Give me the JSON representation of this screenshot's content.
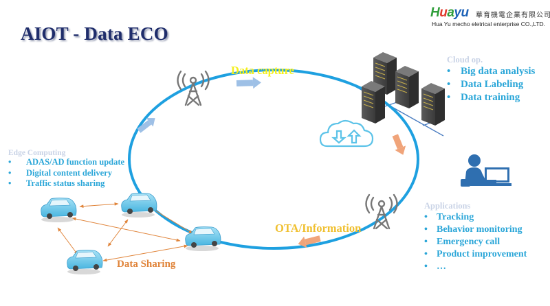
{
  "slide": {
    "title": "AIOT - Data ECO"
  },
  "logo": {
    "brand_letters": [
      {
        "char": "H",
        "color": "#2f9e3a"
      },
      {
        "char": "u",
        "color": "#e0392b"
      },
      {
        "char": "a",
        "color": "#2f9e3a"
      },
      {
        "char": "y",
        "color": "#1e63b8"
      },
      {
        "char": "u",
        "color": "#1e63b8"
      }
    ],
    "chinese_name": "華育機電企業有限公司",
    "english_name": "Hua Yu mecho eletrical enterprise CO.,LTD."
  },
  "flow_labels": {
    "data_capture": "Data capture",
    "ota_information": "OTA/Information",
    "data_sharing": "Data Sharing"
  },
  "cloud": {
    "title": "Cloud op.",
    "items": [
      "Big data analysis",
      "Data Labeling",
      "Data training"
    ]
  },
  "edge": {
    "title": "Edge Computing",
    "items": [
      "ADAS/AD function update",
      "Digital content delivery",
      "Traffic status sharing"
    ]
  },
  "applications": {
    "title": "Applications",
    "items": [
      "Tracking",
      "Behavior monitoring",
      "Emergency call",
      "Product improvement",
      "…"
    ]
  },
  "bullet": "•",
  "icons": {
    "tower_top": "cell-tower-icon",
    "tower_right": "cell-tower-icon",
    "servers": "server-rack-icon",
    "cloud_sync": "cloud-upload-download-icon",
    "user_computer": "user-at-computer-icon",
    "car": "car-icon"
  },
  "colors": {
    "ring": "#1ea0e0",
    "upload_arrow": "#9ec0e6",
    "download_arrow": "#f0a47a",
    "share_arrow": "#e0843a",
    "bullet_text": "#2aa6d8",
    "section_title": "#c9d3e6",
    "title": "#1f2d6b"
  }
}
